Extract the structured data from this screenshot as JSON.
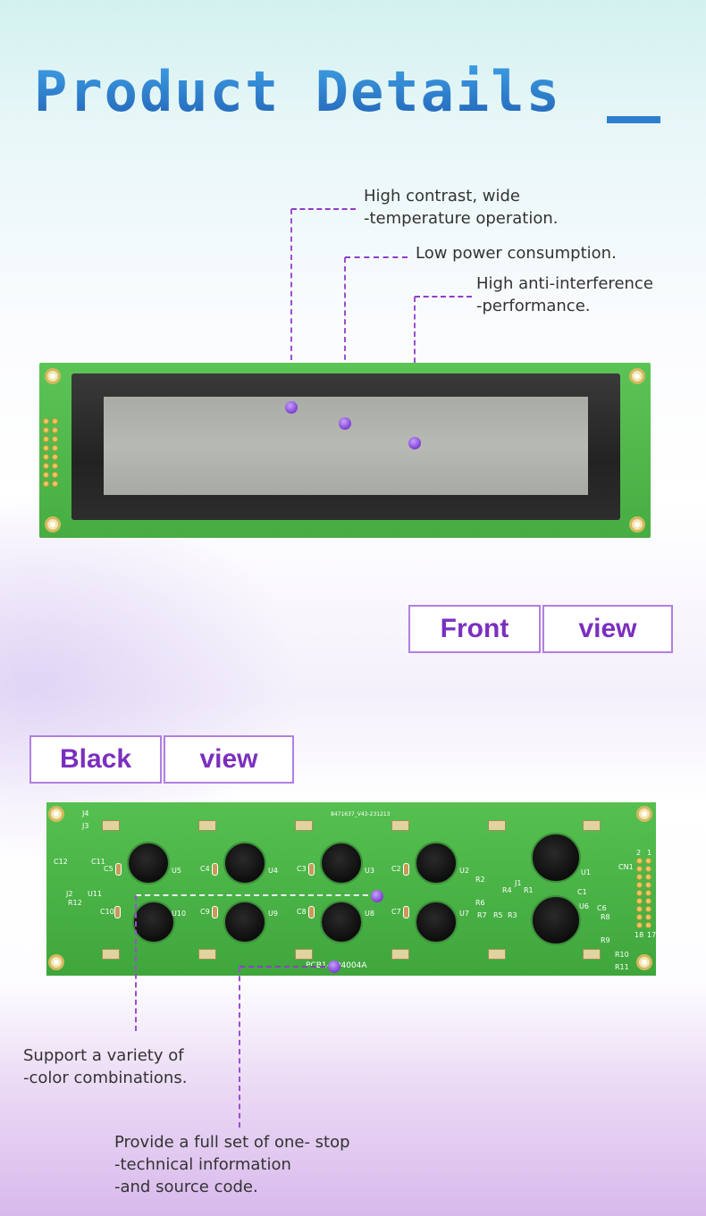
{
  "header": {
    "title": "Product Details"
  },
  "front": {
    "features": [
      {
        "text": "High contrast, wide\n-temperature operation."
      },
      {
        "text": "Low power consumption."
      },
      {
        "text": "High anti-interference\n-performance."
      }
    ],
    "label": [
      "Front",
      "view"
    ]
  },
  "back": {
    "label": [
      "Black",
      "view"
    ],
    "pcb_text": "PCB1-XD4004A",
    "features": [
      {
        "text": "Support a variety of\n-color combinations."
      },
      {
        "text": "Provide a full set of one- stop\n-technical information\n-and source code."
      }
    ],
    "components": {
      "chips_top": [
        "U5",
        "U4",
        "U3",
        "U2",
        "U1"
      ],
      "chips_bottom": [
        "U10",
        "U9",
        "U8",
        "U7",
        "U6"
      ],
      "caps_top": [
        "C5",
        "C4",
        "C3",
        "C2"
      ],
      "caps_bottom": [
        "C10",
        "C9",
        "C8",
        "C7"
      ],
      "misc": [
        "J4",
        "J3",
        "C12",
        "C11",
        "U11",
        "J2",
        "R12",
        "R2",
        "R4",
        "J1",
        "R1",
        "R6",
        "R5",
        "R3",
        "R7",
        "C1",
        "C6",
        "R8",
        "R9",
        "R10",
        "R11",
        "CN1",
        "2",
        "1",
        "18",
        "17"
      ]
    },
    "tiny_text": "8471637_V43-231213"
  },
  "colors": {
    "accent": "#7b2fbf",
    "title": "#2a78c8",
    "pcb": "#4fb84a"
  }
}
